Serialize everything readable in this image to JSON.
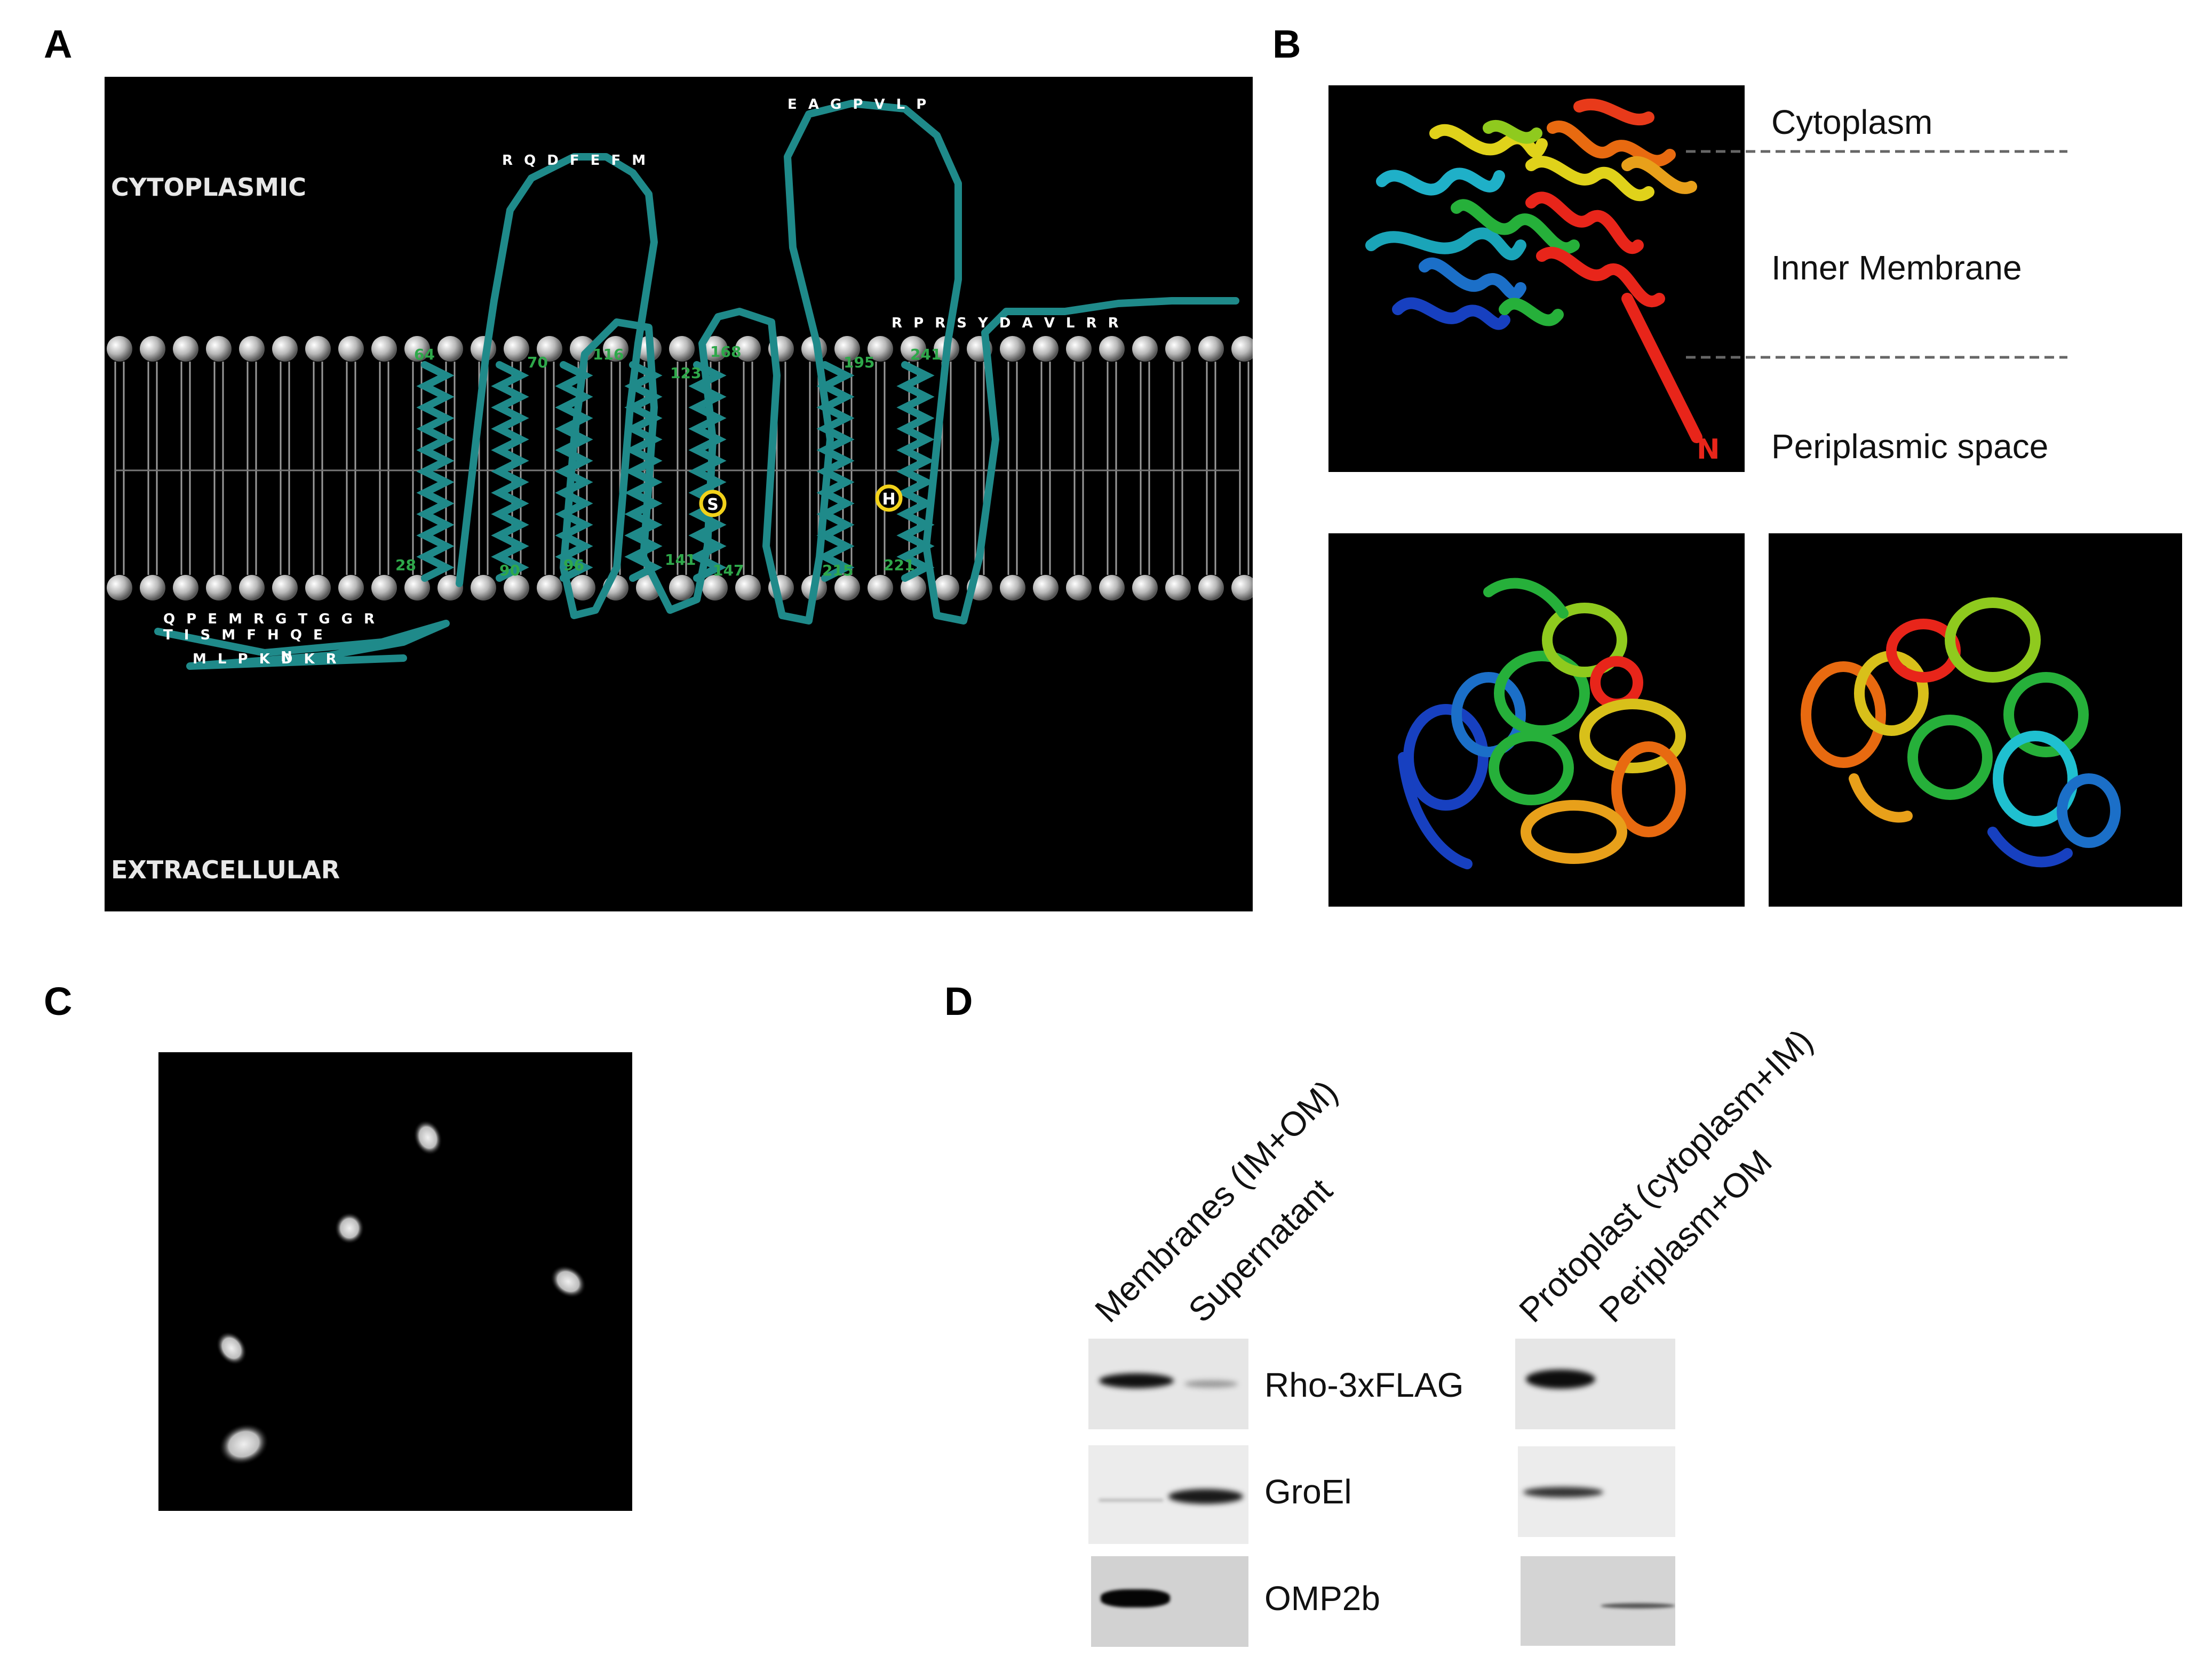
{
  "figure": {
    "panel_letters": {
      "a": "A",
      "b": "B",
      "c": "C",
      "d": "D"
    },
    "panel_a": {
      "top_label": "CYTOPLASMIC",
      "bottom_label": "EXTRACELLULAR",
      "residue_numbers": [
        "28",
        "64",
        "70",
        "90",
        "96",
        "116",
        "123",
        "141",
        "147",
        "168",
        "195",
        "215",
        "221",
        "241"
      ],
      "highlighted_residues": [
        "S",
        "H"
      ],
      "terminus": "N",
      "n_tail_rows": [
        "Q P E M R G T G G R",
        "T I S M F H Q E",
        "M L P K D K R"
      ],
      "c_tail": "R P R S Y D A V L R R",
      "top_loop_1": "R Q D F E F M",
      "top_loop_2": "E A G P V L P"
    },
    "panel_b": {
      "layers": [
        "Cytoplasm",
        "Inner Membrane",
        "Periplasmic space"
      ],
      "terminus_label": "N"
    },
    "panel_d": {
      "columns_left": [
        "Membranes (IM+OM)",
        "Supernatant"
      ],
      "columns_right": [
        "Protoplast (cytoplasm+IM)",
        "Periplasm+OM"
      ],
      "rows": [
        "Rho-3xFLAG",
        "GroEl",
        "OMP2b"
      ]
    }
  }
}
